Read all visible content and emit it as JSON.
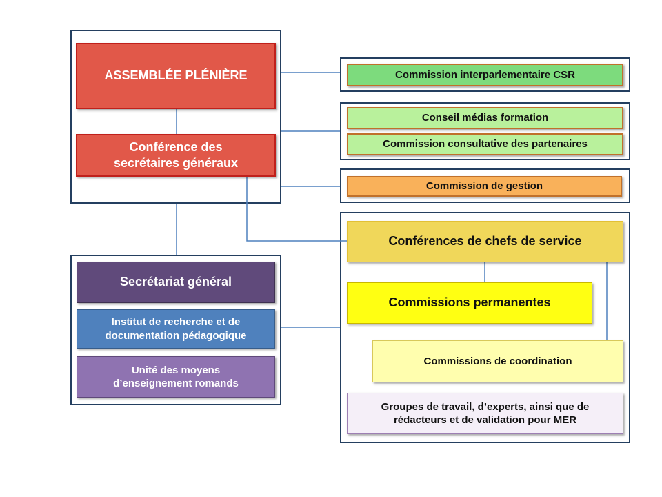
{
  "nodes": {
    "assemblee": "ASSEMBLÉE PLÉNIÈRE",
    "conference_sg": "Conférence des secrétaires généraux",
    "secretariat": "Secrétariat général",
    "irdp": "Institut de recherche et de documentation pédagogique",
    "umer": "Unité des moyens d’enseignement romands",
    "csr": "Commission interparlementaire CSR",
    "cmf": "Conseil médias formation",
    "ccp": "Commission consultative des partenaires",
    "cg": "Commission de gestion",
    "ccs": "Conférences de chefs de service",
    "cp": "Commissions permanentes",
    "cc": "Commissions de coordination",
    "groupes": "Groupes de travail, d’experts, ainsi que de rédacteurs et de validation pour MER"
  },
  "colors": {
    "frame_border": "#243f60",
    "connector": "#4f81bd",
    "red": "#e15849",
    "purple_dark": "#604a7b",
    "blue": "#4f81bd",
    "purple_light": "#8f73b1",
    "green": "#7ddb7d",
    "green_light": "#b9f19c",
    "orange": "#f9b15a",
    "gold": "#f0d75a",
    "yellow": "#ffff12",
    "yellow_light": "#fffeae",
    "lavender": "#f5eff8"
  }
}
